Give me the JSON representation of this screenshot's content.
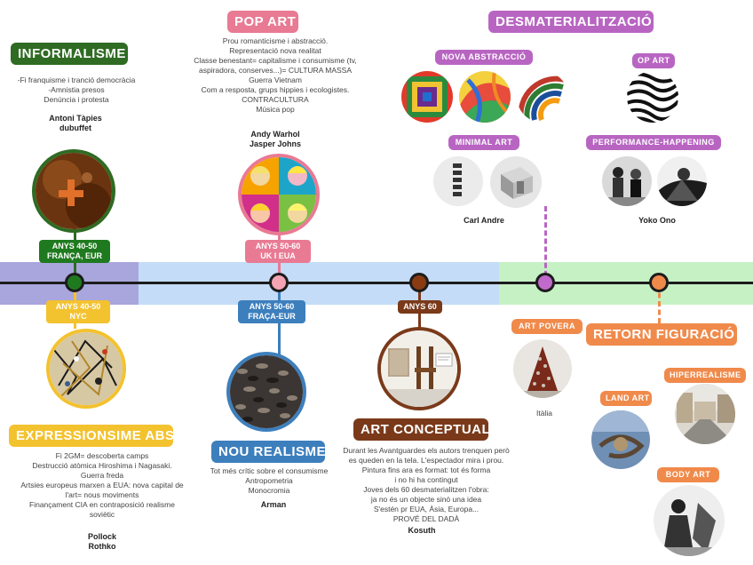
{
  "informalisme": {
    "title": "INFORMALISME",
    "period": [
      "ANYS 40-50",
      "FRANÇA, EUR"
    ],
    "lines": [
      "-Fi franquisme i tranció democràcia",
      "-Amnistia presos",
      "Denúncia i protesta"
    ],
    "artists": [
      "Antoni Tàpies",
      "dubuffet"
    ],
    "color": "#2f6b23"
  },
  "pop_art": {
    "title": "POP ART",
    "period": [
      "ANYS 50-60",
      "UK I EUA"
    ],
    "lines": [
      "Prou romanticisme i abstracció.",
      "Representació nova realitat",
      "Classe benestant= capitalisme i consumisme (tv,",
      "aspiradora, conserves...)= CULTURA MASSA",
      "Guerra Vietnam",
      "Com a resposta, grups hippies i ecologistes.",
      "CONTRACULTURA",
      "Música pop"
    ],
    "artists": [
      "Andy Warhol",
      "Jasper Johns"
    ],
    "color": "#e97a93"
  },
  "desmaterialitzacio": {
    "title": "DESMATERIALITZACIÓ",
    "color": "#b865c2",
    "nova_abstraccio": "NOVA ABSTRACCIÓ",
    "op_art": "OP ART",
    "minimal_art": "MINIMAL ART",
    "minimal_artist": "Carl Andre",
    "performance": "PERFORMANCE-HAPPENING",
    "performance_artist": "Yoko Ono"
  },
  "expressionisme": {
    "title": "EXPRESSIONSIME ABS.",
    "period": [
      "ANYS 40-50",
      "NYC"
    ],
    "lines": [
      "Fi 2GM= descoberta camps",
      "Destrucció atòmica Hiroshima i Nagasaki.",
      "Guerra freda",
      "Artsies europeus marxen a EUA: nova capital de",
      "l'art= nous moviments",
      "Finançament CIA en contraposició realisme",
      "soviètic"
    ],
    "artists": [
      "Pollock",
      "Rothko"
    ],
    "color": "#f3c22f"
  },
  "nou_realisme": {
    "title": "NOU REALISME",
    "period": [
      "ANYS 50-60",
      "FRAÇA-EUR"
    ],
    "lines": [
      "Tot més crític sobre el consumisme",
      "Antropometria",
      "Monocromia"
    ],
    "artists": [
      "Arman"
    ],
    "color": "#3d7fbd"
  },
  "art_conceptual": {
    "title": "ART CONCEPTUAL",
    "period": [
      "ANYS 60"
    ],
    "lines": [
      "Durant les Avantguardes els autors trenquen però",
      "es queden en la tela. L'espectador mira i prou.",
      "Pintura fins ara es format: tot és forma",
      "i no hi ha contingut",
      "Joves dels 60 desmaterialitzen l'obra:",
      "ja no és un objecte sinó una idea",
      "S'estén pr EUA, Àsia, Europa...",
      "PROVÉ DEL DADÀ"
    ],
    "artists": [
      "Kosuth"
    ],
    "color": "#7a3a1a"
  },
  "retorn": {
    "title": "RETORN FIGURACIÓ",
    "color": "#f08a4b",
    "art_povera": "ART POVERA",
    "art_povera_place": "Itàlia",
    "land_art": "LAND ART",
    "hiperrealisme": "HIPERREALISME",
    "body_art": "BODY ART"
  },
  "bands": {
    "purple": "#a9a6dd",
    "blue": "#c4dcf7",
    "green": "#c6f1c4"
  }
}
